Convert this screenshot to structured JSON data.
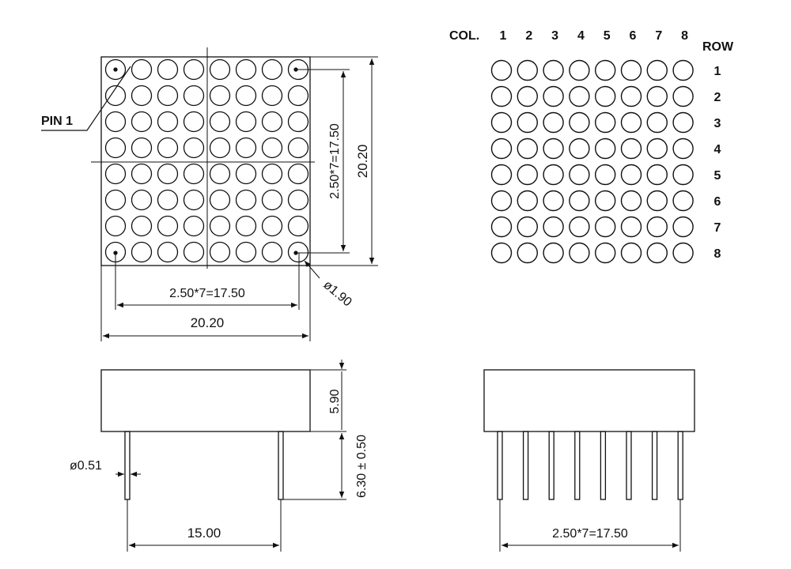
{
  "front_view": {
    "rows": 8,
    "cols": 8,
    "pin1_label": "PIN 1",
    "pitch_h_label": "2.50*7=17.50",
    "width_label": "20.20",
    "pitch_v_label": "2.50*7=17.50",
    "height_label": "20.20",
    "dot_diameter_label": "ø1.90"
  },
  "schematic": {
    "col_title": "COL.",
    "row_title": "ROW",
    "col_labels": [
      "1",
      "2",
      "3",
      "4",
      "5",
      "6",
      "7",
      "8"
    ],
    "row_labels": [
      "1",
      "2",
      "3",
      "4",
      "5",
      "6",
      "7",
      "8"
    ]
  },
  "side_view": {
    "body_height_label": "5.90",
    "pin_length_label": "6.30 ± 0.50",
    "pin_diameter_label": "ø0.51",
    "pin_span_label": "15.00"
  },
  "bottom_view": {
    "pin_count": 8,
    "pin_pitch_label": "2.50*7=17.50"
  }
}
